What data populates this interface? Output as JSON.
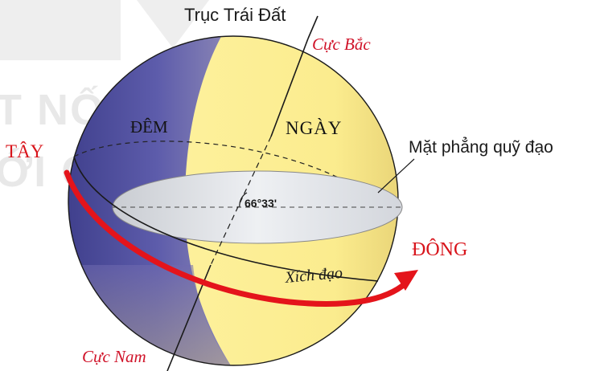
{
  "watermark": {
    "line1": "T NỐI TRI THỨC",
    "line2": "ỚI CUỘC SỐNG"
  },
  "labels": {
    "axis": "Trục Trái Đất",
    "north_pole": "Cực Bắc",
    "south_pole": "Cực Nam",
    "night": "ĐÊM",
    "day": "NGÀY",
    "west": "TÂY",
    "east": "ĐÔNG",
    "orbital_plane": "Mặt phẳng quỹ đạo",
    "equator": "Xích đạo",
    "angle": "66°33'"
  },
  "colors": {
    "day": "#fdf09a",
    "night": "#5a5aa8",
    "night_dark": "#3f3f8c",
    "plane": "#d9dde3",
    "arrow": "#e4141b",
    "pole_text": "#d0142a",
    "direction_text": "#d8141b",
    "outline": "#1a1a1a"
  }
}
